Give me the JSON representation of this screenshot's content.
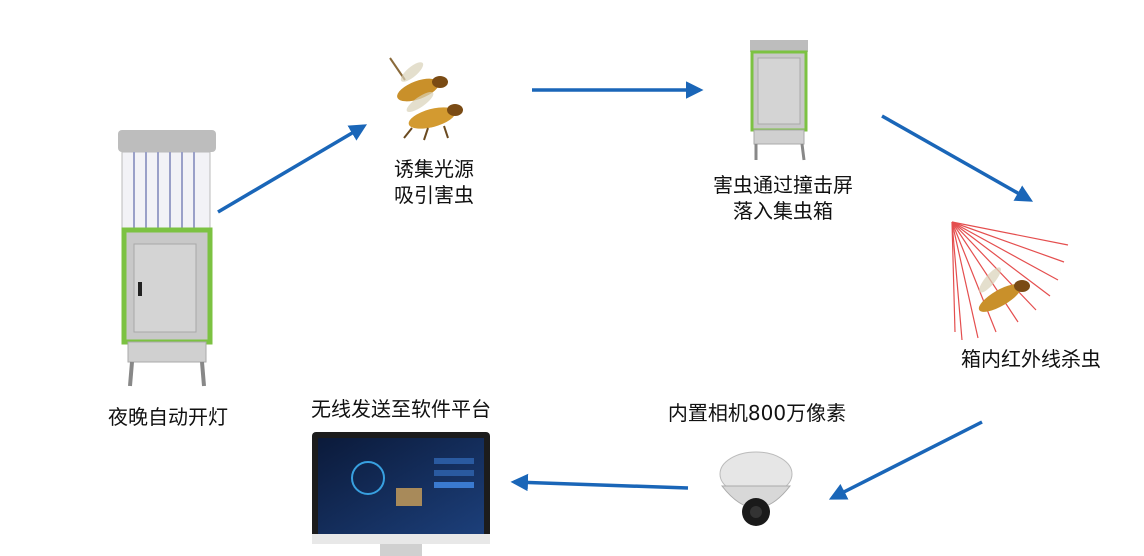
{
  "steps": {
    "night_light": {
      "label": "夜晚自动开灯"
    },
    "attract": {
      "line1": "诱集光源",
      "line2": "吸引害虫"
    },
    "fall": {
      "line1": "害虫通过撞击屏",
      "line2": "落入集虫箱"
    },
    "infrared": {
      "label": "箱内红外线杀虫"
    },
    "camera": {
      "label": "内置相机800万像素"
    },
    "platform": {
      "label": "无线发送至软件平台"
    }
  },
  "colors": {
    "arrow": "#1a66b8",
    "device_body": "#c8c8c8",
    "device_trim": "#7cc242",
    "infrared_rays": "#e03030"
  },
  "icons": [
    "insect-trap-device-icon",
    "wasp-icon",
    "camera-dome-icon",
    "monitor-icon"
  ]
}
